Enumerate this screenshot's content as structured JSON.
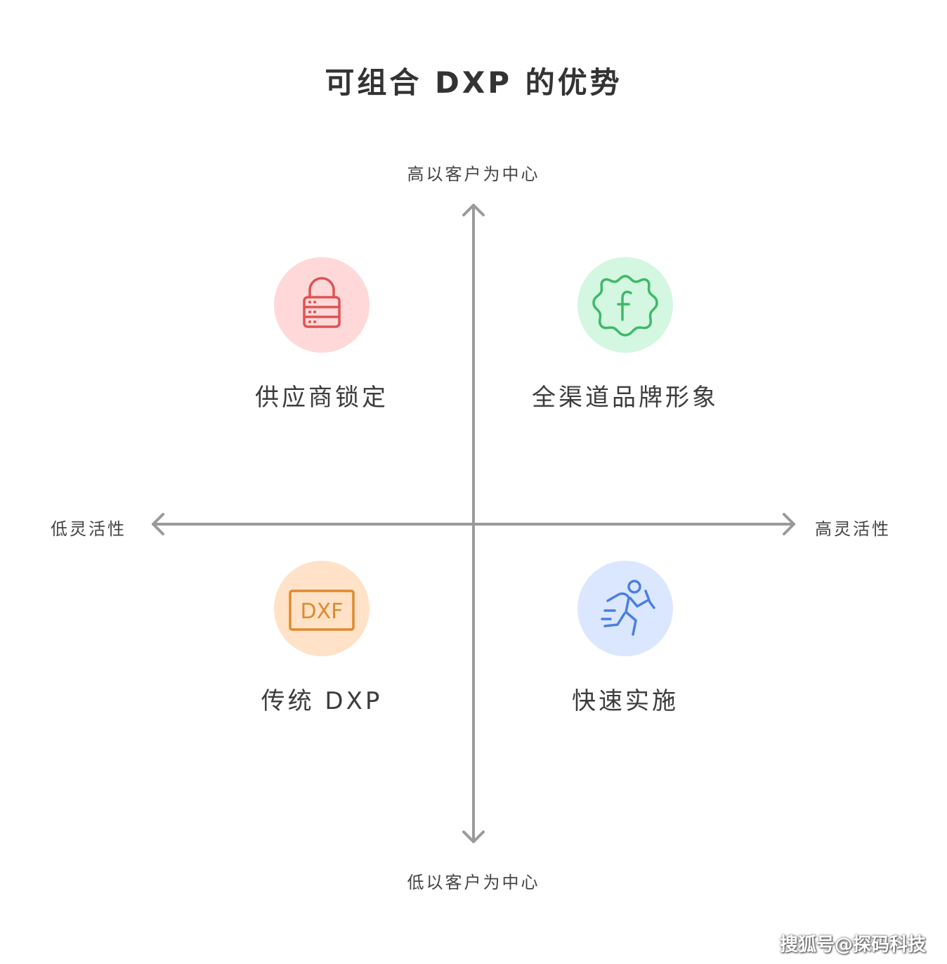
{
  "title": "可组合 DXP 的优势",
  "axes": {
    "top": "高以客户为中心",
    "bottom": "低以客户为中心",
    "left": "低灵活性",
    "right": "高灵活性"
  },
  "quadrants": [
    {
      "position": "top-left",
      "label": "供应商锁定",
      "icon": "lock-server-icon",
      "circle_color": "#ffd9d9",
      "icon_color": "#e05252"
    },
    {
      "position": "top-right",
      "label": "全渠道品牌形象",
      "icon": "badge-f-icon",
      "circle_color": "#d3f7e0",
      "icon_color": "#3fb86a"
    },
    {
      "position": "bottom-left",
      "label": "传统 DXP",
      "icon": "dxf-file-icon",
      "icon_text": "DXF",
      "circle_color": "#ffe2c7",
      "icon_color": "#e08a2e"
    },
    {
      "position": "bottom-right",
      "label": "快速实施",
      "icon": "running-person-icon",
      "circle_color": "#dbe7ff",
      "icon_color": "#4a7fe0"
    }
  ],
  "axis_color": "#9a9a9a",
  "watermark": "搜狐号@探码科技"
}
